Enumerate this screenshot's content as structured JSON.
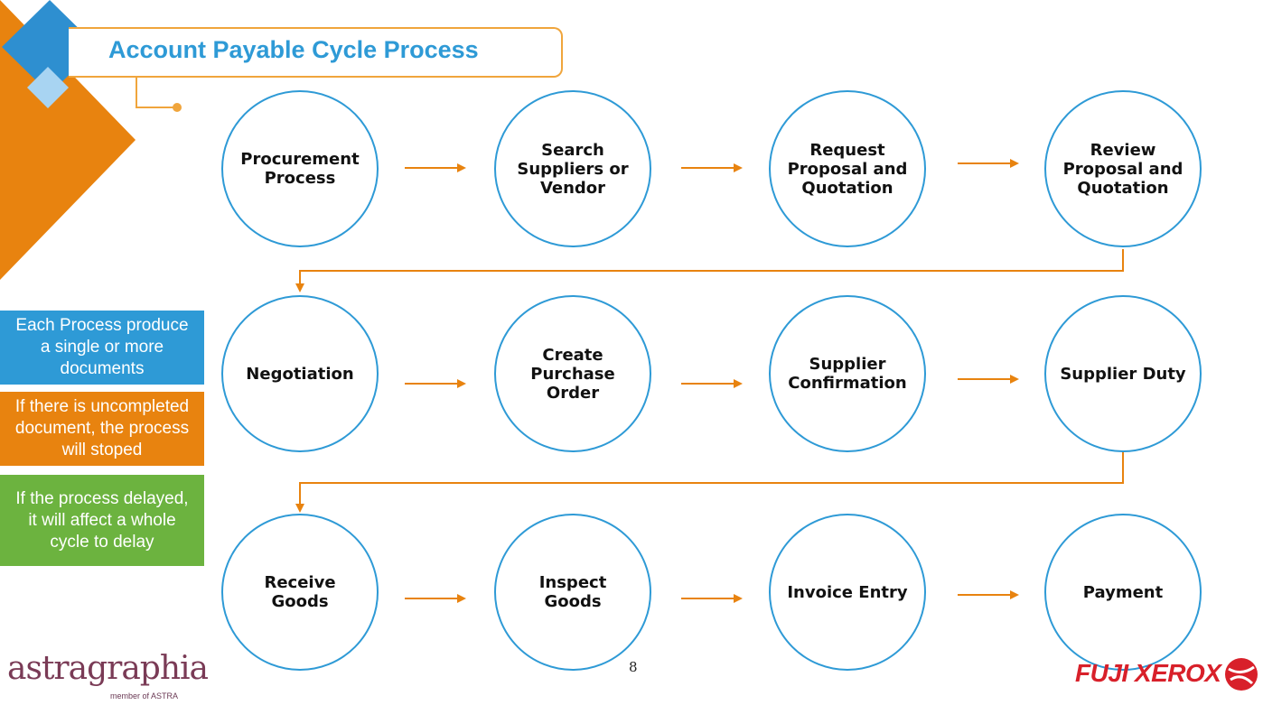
{
  "header": {
    "title": "Account Payable Cycle Process"
  },
  "steps": [
    "Procurement\nProcess",
    "Search\nSuppliers or\nVendor",
    "Request\nProposal and\nQuotation",
    "Review\nProposal and\nQuotation",
    "Negotiation",
    "Create\nPurchase\nOrder",
    "Supplier\nConfirmation",
    "Supplier Duty",
    "Receive\nGoods",
    "Inspect\nGoods",
    "Invoice Entry",
    "Payment"
  ],
  "notes": [
    {
      "text": "Each Process produce\na single or more\ndocuments",
      "color": "#2e9ad6"
    },
    {
      "text": "If there is uncompleted\ndocument, the process\nwill stoped",
      "color": "#e8830f"
    },
    {
      "text": "If the process delayed,\nit will affect a whole\ncycle to delay",
      "color": "#6cb33f"
    }
  ],
  "footer": {
    "page_number": "8",
    "left_logo": "astragraphia",
    "left_logo_sub": "member of ASTRA",
    "right_logo": "FUJI XEROX"
  },
  "colors": {
    "circle_border": "#2e9ad6",
    "arrow": "#e8830f",
    "title": "#2e9ad6",
    "accent_orange": "#e8830f"
  }
}
